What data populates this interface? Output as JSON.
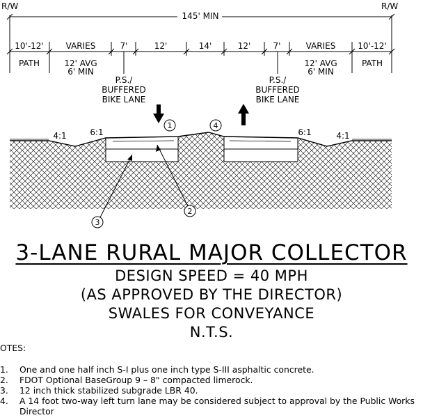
{
  "top": {
    "rw_left": "R/W",
    "rw_right": "R/W",
    "total_width": "145' MIN"
  },
  "segments": [
    {
      "label": "10'-12'",
      "sub": [
        "PATH"
      ]
    },
    {
      "label": "VARIES",
      "sub": [
        "12' AVG",
        "6' MIN"
      ]
    },
    {
      "label": "7'",
      "sub": []
    },
    {
      "label": "12'",
      "sub": []
    },
    {
      "label": "14'",
      "sub": []
    },
    {
      "label": "12'",
      "sub": []
    },
    {
      "label": "7'",
      "sub": []
    },
    {
      "label": "VARIES",
      "sub": [
        "12' AVG",
        "6' MIN"
      ]
    },
    {
      "label": "10'-12'",
      "sub": [
        "PATH"
      ]
    }
  ],
  "bike_lane_left": [
    "P.S./",
    "BUFFERED",
    "BIKE LANE"
  ],
  "bike_lane_right": [
    "P.S./",
    "BUFFERED",
    "BIKE LANE"
  ],
  "slopes": {
    "left_outer": "4:1",
    "left_inner": "6:1",
    "right_inner": "6:1",
    "right_outer": "4:1"
  },
  "callouts": [
    "1",
    "2",
    "3",
    "4"
  ],
  "title": {
    "main": "3-LANE RURAL MAJOR COLLECTOR",
    "design_speed": "DESIGN SPEED = 40 MPH",
    "approval": "(AS APPROVED BY THE DIRECTOR)",
    "swales": "SWALES FOR CONVEYANCE",
    "scale": "N.T.S."
  },
  "notes": {
    "heading": "OTES:",
    "items": [
      {
        "num": "1.",
        "text": "One and one half inch S-I plus one inch type S-III asphaltic concrete."
      },
      {
        "num": "2.",
        "text": "FDOT Optional BaseGroup 9 – 8\" compacted limerock."
      },
      {
        "num": "3.",
        "text": "12 inch thick stabilized subgrade LBR 40."
      },
      {
        "num": "4.",
        "text": "A 14 foot two-way left turn lane may be considered subject to approval by the Public Works Director"
      }
    ]
  }
}
